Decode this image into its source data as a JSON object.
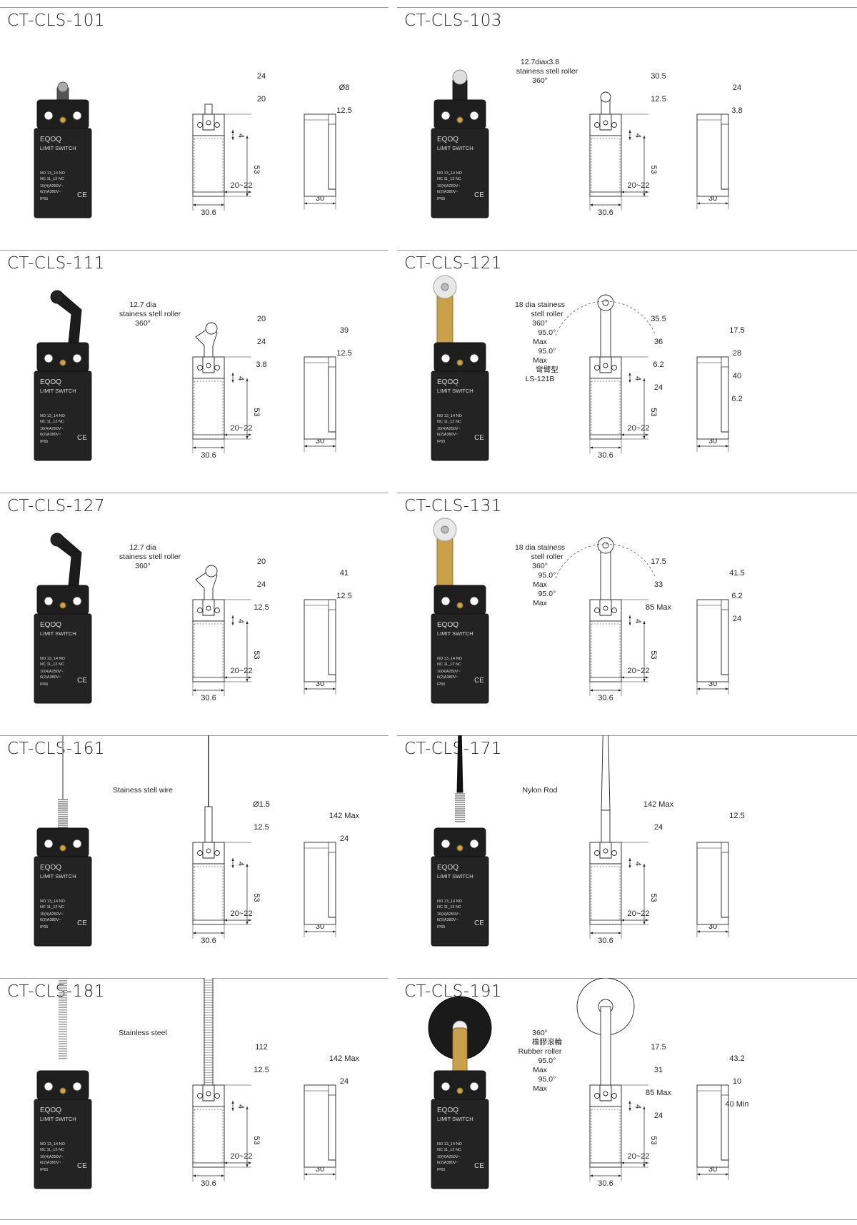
{
  "brand": "EQOQ",
  "product_line": "LIMIT SWITCH",
  "switch_label": {
    "no": "NO 13_14 NO",
    "nc": "NC 11_12 NC",
    "rating1": "10(4)A250V~",
    "rating2": "6(2)A380V~",
    "ip": "IP65",
    "ce": "CE"
  },
  "common_dims": {
    "width": "30.6",
    "depth": "30",
    "body_h": "53",
    "stroke": "4",
    "mount": "20~22"
  },
  "models": [
    {
      "id": "CT-CLS-101",
      "ltexts": [],
      "dims": [
        "24",
        "Ø8",
        "20",
        "12.5"
      ]
    },
    {
      "id": "CT-CLS-103",
      "ltexts": [
        "12.7diax3.8",
        "stainess stell roller",
        "360°"
      ],
      "dims": [
        "30.5",
        "24",
        "12.5",
        "3.8"
      ]
    },
    {
      "id": "CT-CLS-111",
      "ltexts": [
        "12.7 dia",
        "stainess stell roller",
        "360°"
      ],
      "dims": [
        "20",
        "39",
        "24",
        "12.5",
        "3.8"
      ]
    },
    {
      "id": "CT-CLS-121",
      "ltexts": [
        "18 dia stainess",
        "stell roller",
        "360°",
        "95.0°",
        "Max",
        "95.0°",
        "Max",
        "彎臂型",
        "LS-121B"
      ],
      "dims": [
        "35.5",
        "17.5",
        "36",
        "28",
        "6.2",
        "40",
        "24",
        "6.2"
      ]
    },
    {
      "id": "CT-CLS-127",
      "ltexts": [
        "12.7 dia",
        "stainess stell roller",
        "360°"
      ],
      "dims": [
        "20",
        "41",
        "24",
        "12.5",
        "12.5"
      ]
    },
    {
      "id": "CT-CLS-131",
      "ltexts": [
        "18 dia stainess",
        "stell roller",
        "360°",
        "95.0°",
        "Max",
        "95.0°",
        "Max"
      ],
      "dims": [
        "17.5",
        "41.5",
        "33",
        "6.2",
        "85 Max",
        "24"
      ]
    },
    {
      "id": "CT-CLS-161",
      "ltexts": [
        "Stainess stell wire"
      ],
      "dims": [
        "Ø1.5",
        "142 Max",
        "12.5",
        "24"
      ]
    },
    {
      "id": "CT-CLS-171",
      "ltexts": [
        "Nylon Rod"
      ],
      "dims": [
        "142 Max",
        "12.5",
        "24"
      ]
    },
    {
      "id": "CT-CLS-181",
      "ltexts": [
        "Stainless steel"
      ],
      "dims": [
        "112",
        "142 Max",
        "12.5",
        "24"
      ]
    },
    {
      "id": "CT-CLS-191",
      "ltexts": [
        "360°",
        "橡膠滾輪",
        "Rubber roller",
        "95.0°",
        "Max",
        "95.0°",
        "Max"
      ],
      "dims": [
        "17.5",
        "43.2",
        "31",
        "10",
        "85 Max",
        "40 Min",
        "24"
      ]
    }
  ]
}
